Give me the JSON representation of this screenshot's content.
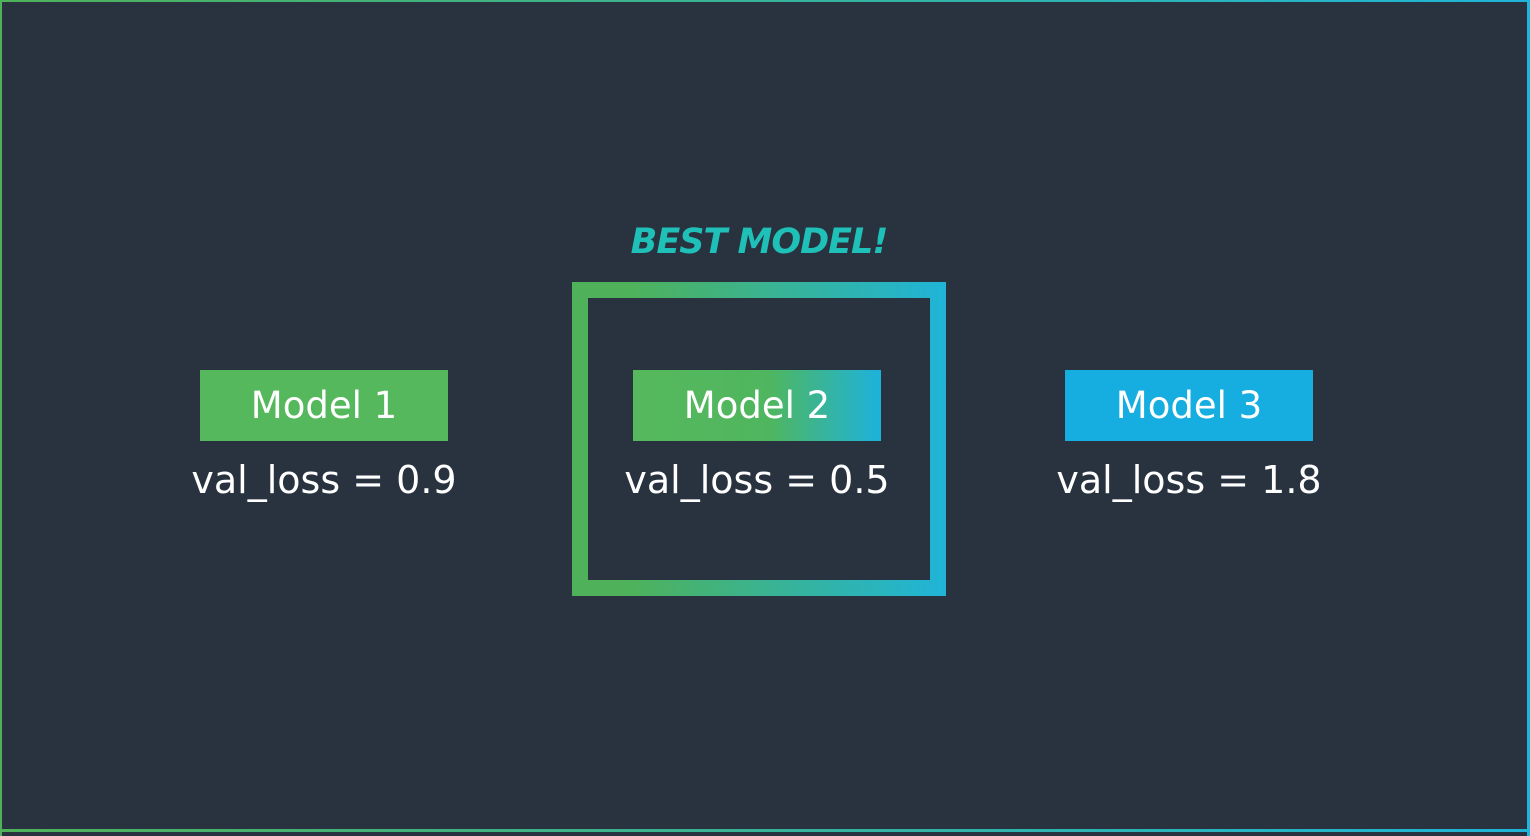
{
  "best_label": "BEST MODEL!",
  "models": [
    {
      "name": "Model 1",
      "loss_text": "val_loss = 0.9",
      "val_loss": 0.9,
      "color": "#56b85c"
    },
    {
      "name": "Model 2",
      "loss_text": "val_loss = 0.5",
      "val_loss": 0.5,
      "color": "gradient #56b85c→#1db2dc",
      "best": true
    },
    {
      "name": "Model 3",
      "loss_text": "val_loss = 1.8",
      "val_loss": 1.8,
      "color": "#16ade0"
    }
  ],
  "colors": {
    "background": "#28333f",
    "green": "#4fb25a",
    "blue": "#1fb4d8",
    "best_label": "#1fc0b8",
    "text": "#ffffff"
  }
}
